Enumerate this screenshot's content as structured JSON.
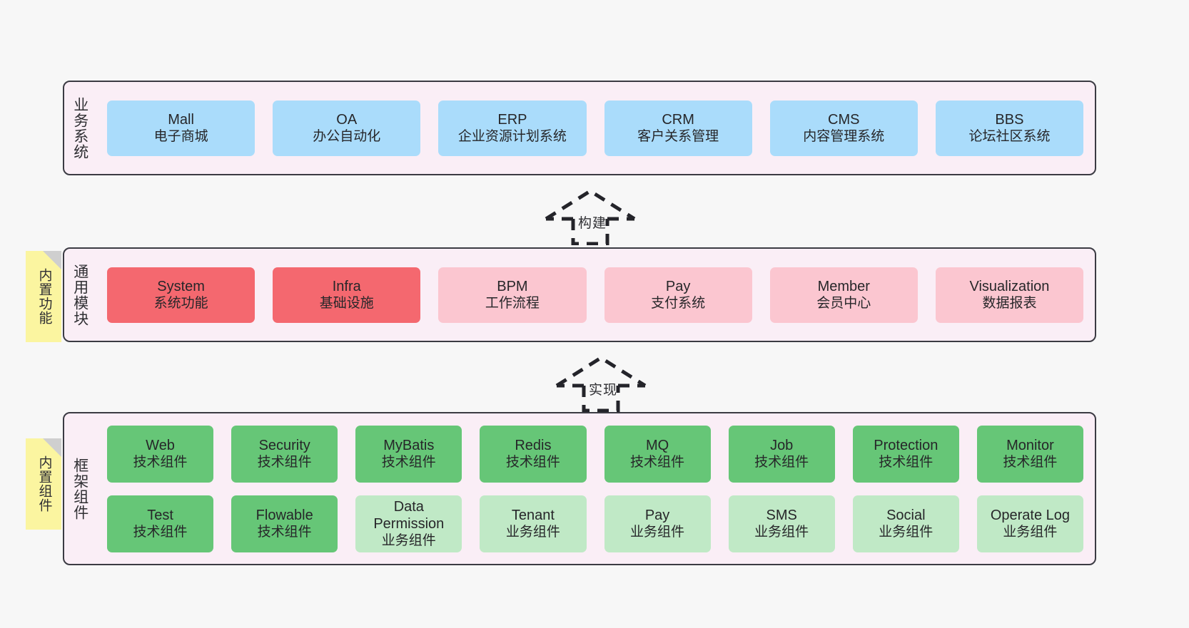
{
  "diagram": {
    "background": "#f7f7f7",
    "panel_fill": "#faeef6",
    "panel_stroke": "#3b3b43",
    "note_fill": "#fbf5a0"
  },
  "layers": [
    {
      "id": "business",
      "title": "业务系统",
      "note": null,
      "rows": [
        {
          "cards": [
            {
              "en": "Mall",
              "cn": "电子商城",
              "color": "#aadcfb",
              "style": "c-blue"
            },
            {
              "en": "OA",
              "cn": "办公自动化",
              "color": "#aadcfb",
              "style": "c-blue"
            },
            {
              "en": "ERP",
              "cn": "企业资源计划系统",
              "color": "#aadcfb",
              "style": "c-blue"
            },
            {
              "en": "CRM",
              "cn": "客户关系管理",
              "color": "#aadcfb",
              "style": "c-blue"
            },
            {
              "en": "CMS",
              "cn": "内容管理系统",
              "color": "#aadcfb",
              "style": "c-blue"
            },
            {
              "en": "BBS",
              "cn": "论坛社区系统",
              "color": "#aadcfb",
              "style": "c-blue"
            }
          ]
        }
      ]
    },
    {
      "id": "common-module",
      "title": "通用模块",
      "note": "内置功能",
      "rows": [
        {
          "cards": [
            {
              "en": "System",
              "cn": "系统功能",
              "color": "#f4686f",
              "style": "c-red"
            },
            {
              "en": "Infra",
              "cn": "基础设施",
              "color": "#f4686f",
              "style": "c-red"
            },
            {
              "en": "BPM",
              "cn": "工作流程",
              "color": "#fbc6d0",
              "style": "c-pink"
            },
            {
              "en": "Pay",
              "cn": "支付系统",
              "color": "#fbc6d0",
              "style": "c-pink"
            },
            {
              "en": "Member",
              "cn": "会员中心",
              "color": "#fbc6d0",
              "style": "c-pink"
            },
            {
              "en": "Visualization",
              "cn": "数据报表",
              "color": "#fbc6d0",
              "style": "c-pink"
            }
          ]
        }
      ]
    },
    {
      "id": "framework-component",
      "title": "框架组件",
      "note": "内置组件",
      "rows": [
        {
          "cards": [
            {
              "en": "Web",
              "cn": "技术组件",
              "color": "#66c677",
              "style": "c-green"
            },
            {
              "en": "Security",
              "cn": "技术组件",
              "color": "#66c677",
              "style": "c-green"
            },
            {
              "en": "MyBatis",
              "cn": "技术组件",
              "color": "#66c677",
              "style": "c-green"
            },
            {
              "en": "Redis",
              "cn": "技术组件",
              "color": "#66c677",
              "style": "c-green"
            },
            {
              "en": "MQ",
              "cn": "技术组件",
              "color": "#66c677",
              "style": "c-green"
            },
            {
              "en": "Job",
              "cn": "技术组件",
              "color": "#66c677",
              "style": "c-green"
            },
            {
              "en": "Protection",
              "cn": "技术组件",
              "color": "#66c677",
              "style": "c-green"
            },
            {
              "en": "Monitor",
              "cn": "技术组件",
              "color": "#66c677",
              "style": "c-green"
            }
          ]
        },
        {
          "cards": [
            {
              "en": "Test",
              "cn": "技术组件",
              "color": "#66c677",
              "style": "c-green"
            },
            {
              "en": "Flowable",
              "cn": "技术组件",
              "color": "#66c677",
              "style": "c-green"
            },
            {
              "en": "Data Permission",
              "cn": "业务组件",
              "color": "#c0e9c6",
              "style": "c-lightgrn"
            },
            {
              "en": "Tenant",
              "cn": "业务组件",
              "color": "#c0e9c6",
              "style": "c-lightgrn"
            },
            {
              "en": "Pay",
              "cn": "业务组件",
              "color": "#c0e9c6",
              "style": "c-lightgrn"
            },
            {
              "en": "SMS",
              "cn": "业务组件",
              "color": "#c0e9c6",
              "style": "c-lightgrn"
            },
            {
              "en": "Social",
              "cn": "业务组件",
              "color": "#c0e9c6",
              "style": "c-lightgrn"
            },
            {
              "en": "Operate Log",
              "cn": "业务组件",
              "color": "#c0e9c6",
              "style": "c-lightgrn"
            }
          ]
        }
      ]
    }
  ],
  "arrows": [
    {
      "id": "build",
      "label": "构建"
    },
    {
      "id": "implement",
      "label": "实现"
    }
  ]
}
